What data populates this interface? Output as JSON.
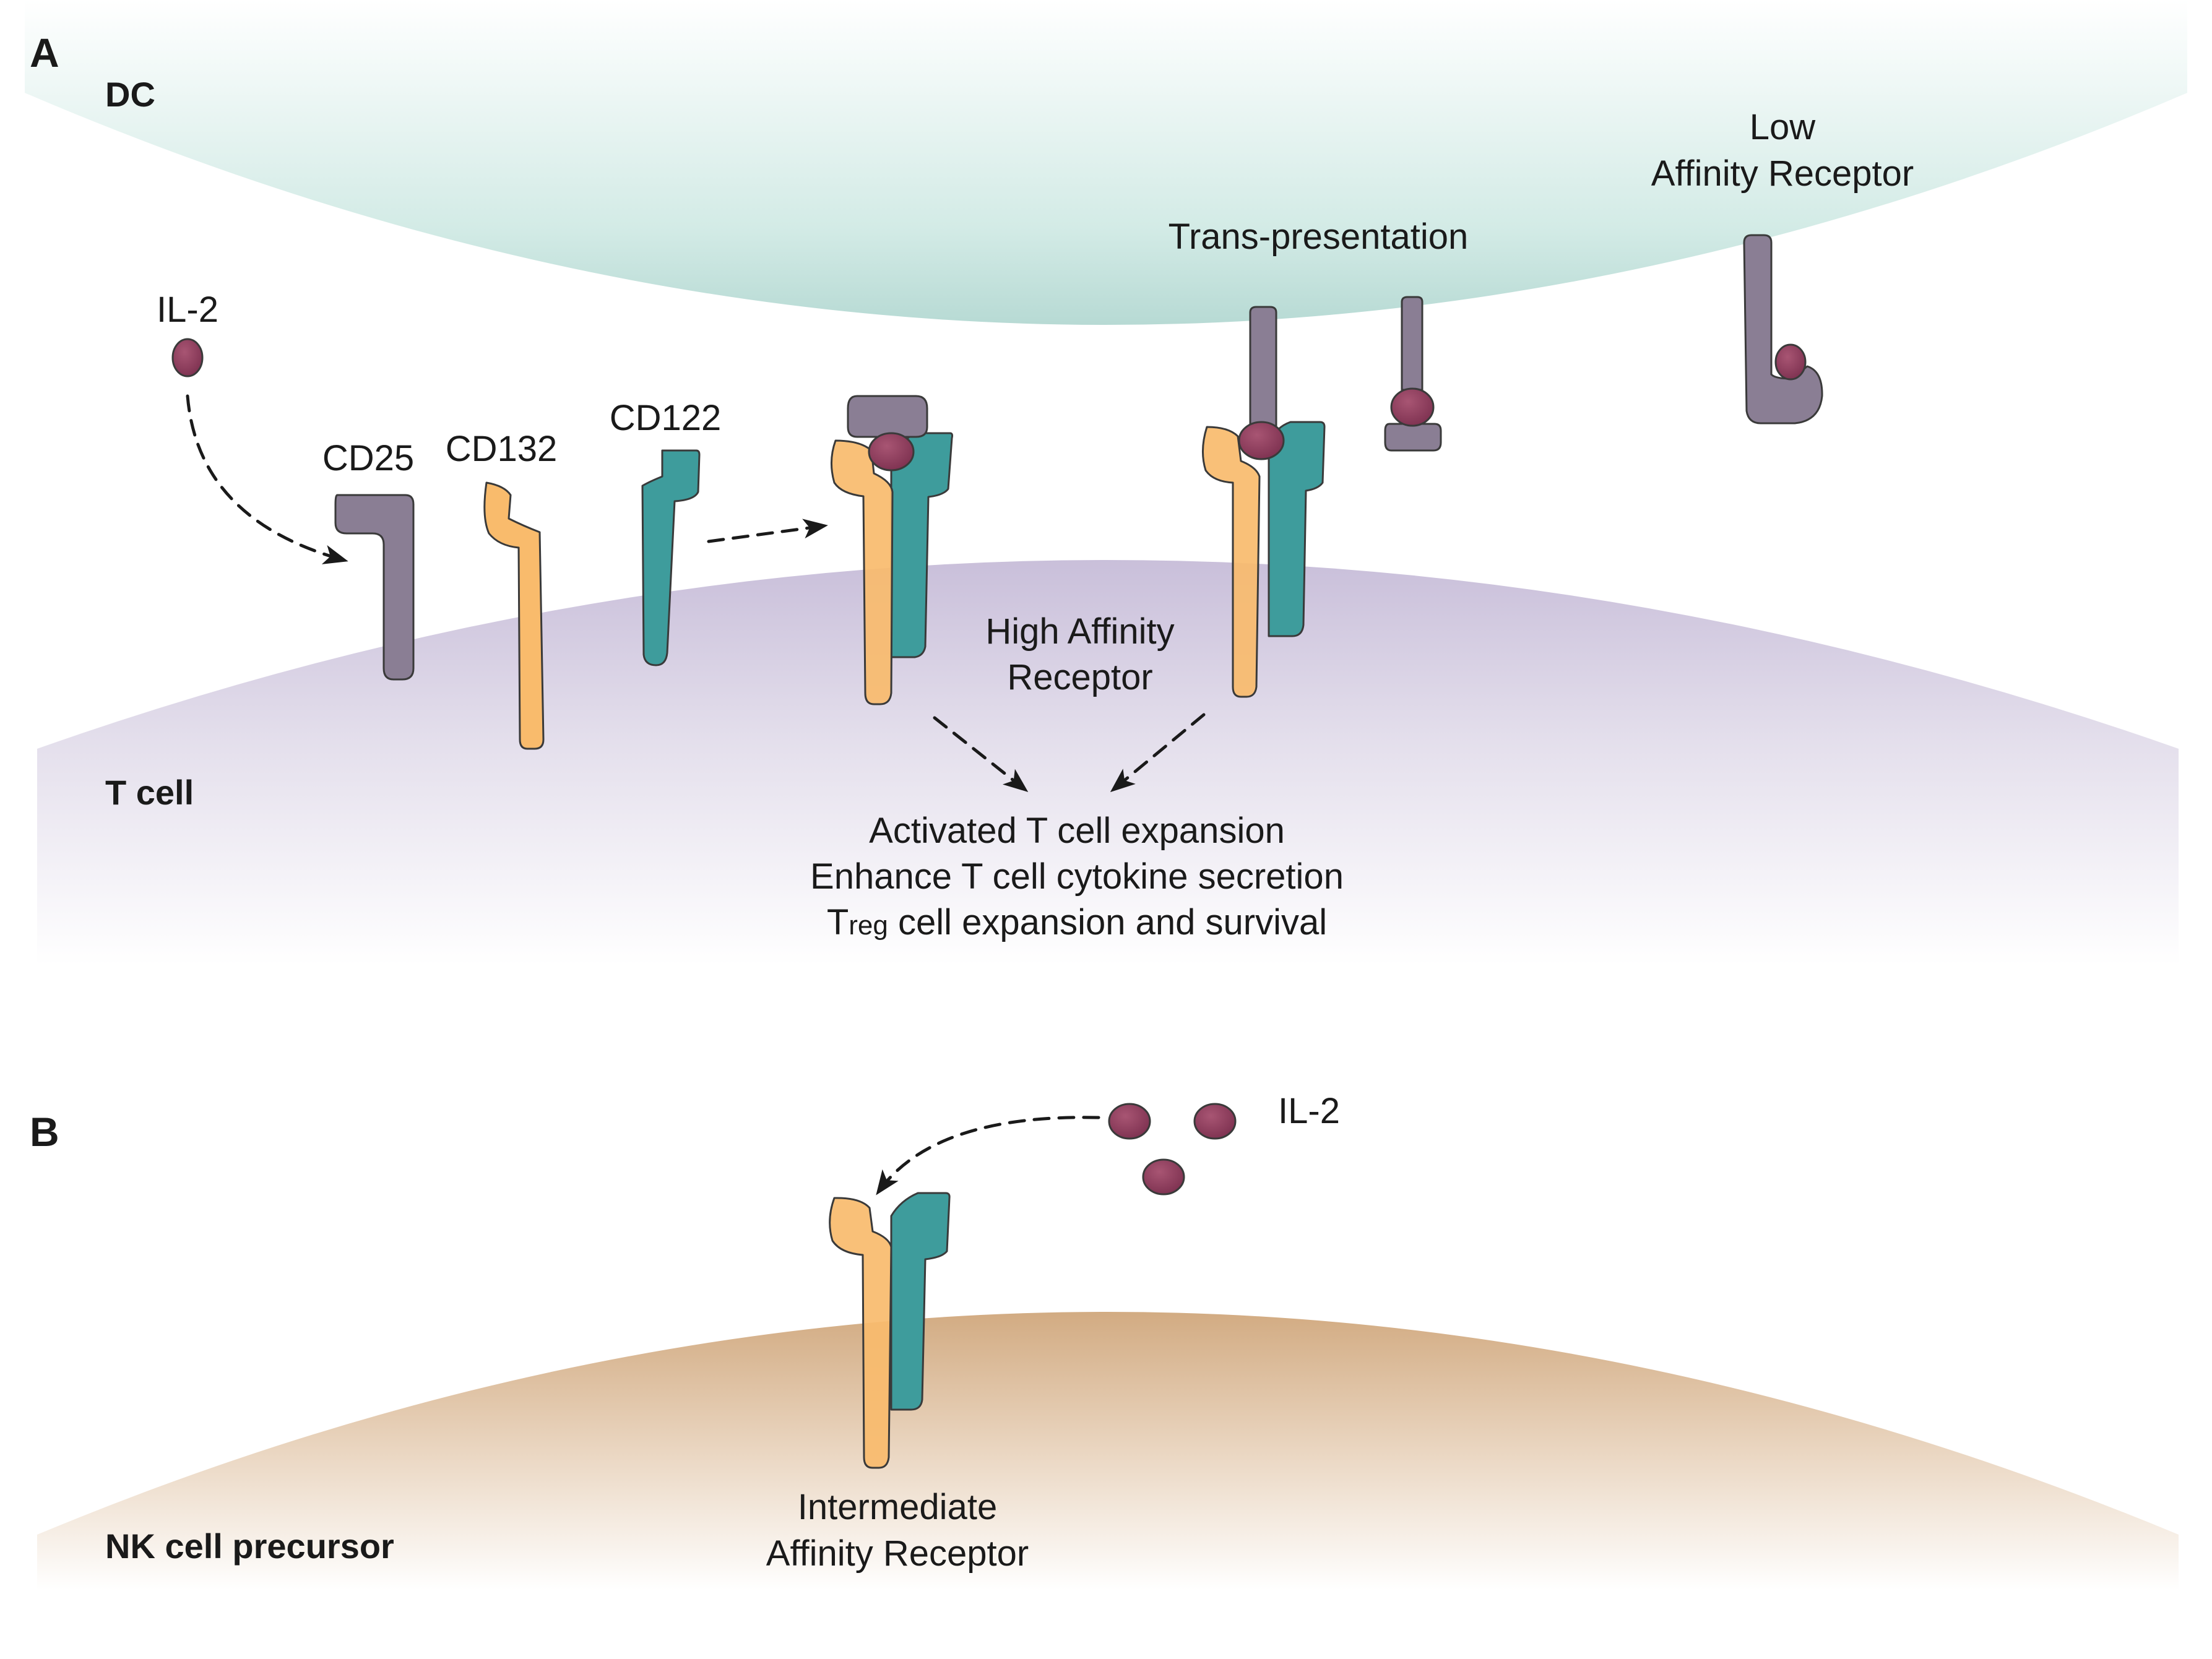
{
  "panels": {
    "a": "A",
    "b": "B"
  },
  "cells": {
    "dc": "DC",
    "t_cell": "T cell",
    "nk": "NK cell precursor"
  },
  "labels": {
    "il2_a": "IL-2",
    "il2_b": "IL-2",
    "cd25": "CD25",
    "cd132": "CD132",
    "cd122": "CD122",
    "trans": "Trans-presentation",
    "low_1": "Low",
    "low_2": "Affinity Receptor",
    "high_1": "High Affinity",
    "high_2": "Receptor",
    "inter_1": "Intermediate",
    "inter_2": "Affinity Receptor"
  },
  "outcomes": {
    "line1": "Activated T cell expansion",
    "line2": "Enhance T cell cytokine secretion",
    "line3_prefix": "T",
    "line3_sub": "reg",
    "line3_rest": " cell expansion and survival"
  },
  "colors": {
    "cd25": "#8a7e94",
    "cd132": "#f9bb6c",
    "cd122": "#3e9c9c",
    "il2": "#8b3b5a",
    "dc": "#b9dcd6",
    "t_cell": "#cdc3dc",
    "nk": "#d6b088"
  },
  "icons": [
    "il2-ligand",
    "cd25-receptor",
    "cd132-receptor",
    "cd122-receptor"
  ]
}
